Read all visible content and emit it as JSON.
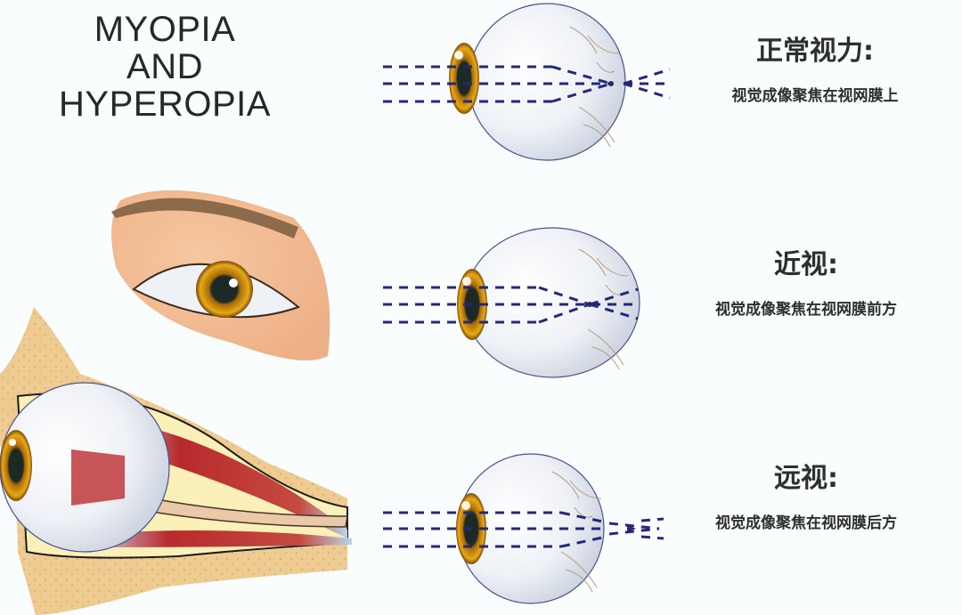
{
  "title": {
    "line1": "MYOPIA",
    "line2": "AND",
    "line3": "HYPEROPIA"
  },
  "panels": [
    {
      "id": "normal",
      "heading": "正常视力:",
      "description": "视觉成像聚焦在视网膜上",
      "focus": "on-retina"
    },
    {
      "id": "myopia",
      "heading": "近视:",
      "description": "视觉成像聚焦在视网膜前方",
      "focus": "in-front-of-retina"
    },
    {
      "id": "hyperopia",
      "heading": "远视:",
      "description": "视觉成像聚焦在视网膜后方",
      "focus": "behind-retina"
    }
  ],
  "illustrations": [
    {
      "name": "frontal-eye-illustration",
      "description": "front view of human eye with eyebrow"
    },
    {
      "name": "eye-socket-cross-section",
      "description": "side cross-section of eyeball in orbit with muscles and optic nerve"
    }
  ],
  "colors": {
    "background": "#fafdfd",
    "text": "#2b302e",
    "ray": "#23287a",
    "iris": "#d4920c",
    "sclera": "#e8ecf2",
    "skin": "#f2b98f",
    "bone": "#ecc68c",
    "muscle": "#b8282b"
  }
}
